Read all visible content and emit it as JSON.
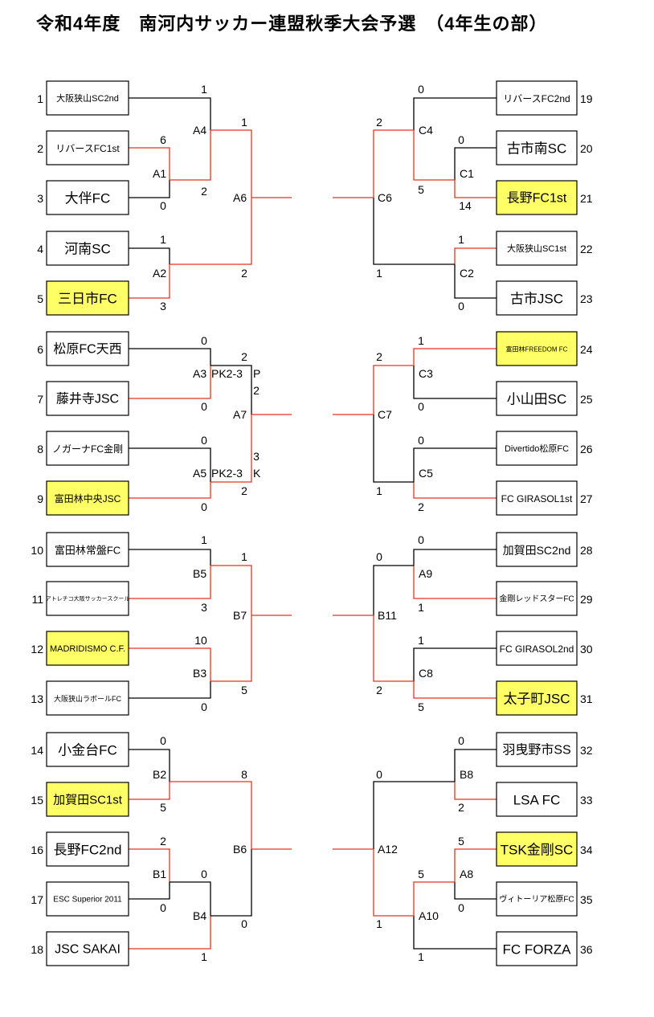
{
  "title": "令和4年度　南河内サッカー連盟秋季大会予選　（4年生の部）",
  "colors": {
    "winner_fill": "#ffff66",
    "win_line": "#e8321e",
    "line": "#000000"
  },
  "teams": [
    {
      "seed": "1",
      "name": "大阪狭山SC2nd",
      "size": 11,
      "winner": false
    },
    {
      "seed": "2",
      "name": "リバースFC1st",
      "size": 12,
      "winner": false
    },
    {
      "seed": "3",
      "name": "大伴FC",
      "size": 17,
      "winner": false
    },
    {
      "seed": "4",
      "name": "河南SC",
      "size": 17,
      "winner": false
    },
    {
      "seed": "5",
      "name": "三日市FC",
      "size": 17,
      "winner": true
    },
    {
      "seed": "6",
      "name": "松原FC天西",
      "size": 16,
      "winner": false
    },
    {
      "seed": "7",
      "name": "藤井寺JSC",
      "size": 16,
      "winner": false
    },
    {
      "seed": "8",
      "name": "ノガーナFC金剛",
      "size": 12,
      "winner": false
    },
    {
      "seed": "9",
      "name": "富田林中央JSC",
      "size": 12,
      "winner": true
    },
    {
      "seed": "10",
      "name": "富田林常盤FC",
      "size": 13,
      "winner": false
    },
    {
      "seed": "11",
      "name": "アトレチコ大阪サッカースクール",
      "size": 7,
      "winner": false
    },
    {
      "seed": "12",
      "name": "MADRIDISMO C.F.",
      "size": 11,
      "winner": true
    },
    {
      "seed": "13",
      "name": "大阪狭山ラボールFC",
      "size": 9,
      "winner": false
    },
    {
      "seed": "14",
      "name": "小金台FC",
      "size": 17,
      "winner": false
    },
    {
      "seed": "15",
      "name": "加賀田SC1st",
      "size": 15,
      "winner": true
    },
    {
      "seed": "16",
      "name": "長野FC2nd",
      "size": 17,
      "winner": false
    },
    {
      "seed": "17",
      "name": "ESC Superior 2011",
      "size": 10,
      "winner": false
    },
    {
      "seed": "18",
      "name": "JSC SAKAI",
      "size": 16,
      "winner": false
    },
    {
      "seed": "19",
      "name": "リバースFC2nd",
      "size": 12,
      "winner": false
    },
    {
      "seed": "20",
      "name": "古市南SC",
      "size": 17,
      "winner": false
    },
    {
      "seed": "21",
      "name": "長野FC1st",
      "size": 16,
      "winner": true
    },
    {
      "seed": "22",
      "name": "大阪狭山SC1st",
      "size": 11,
      "winner": false
    },
    {
      "seed": "23",
      "name": "古市JSC",
      "size": 17,
      "winner": false
    },
    {
      "seed": "24",
      "name": "富田林FREEDOM FC",
      "size": 8,
      "winner": true
    },
    {
      "seed": "25",
      "name": "小山田SC",
      "size": 17,
      "winner": false
    },
    {
      "seed": "26",
      "name": "Divertido松原FC",
      "size": 11,
      "winner": false
    },
    {
      "seed": "27",
      "name": "FC GIRASOL1st",
      "size": 12,
      "winner": false
    },
    {
      "seed": "28",
      "name": "加賀田SC2nd",
      "size": 14,
      "winner": false
    },
    {
      "seed": "29",
      "name": "金剛レッドスターFC",
      "size": 10,
      "winner": false
    },
    {
      "seed": "30",
      "name": "FC GIRASOL2nd",
      "size": 12,
      "winner": false
    },
    {
      "seed": "31",
      "name": "太子町JSC",
      "size": 17,
      "winner": true
    },
    {
      "seed": "32",
      "name": "羽曳野市SS",
      "size": 16,
      "winner": false
    },
    {
      "seed": "33",
      "name": "LSA FC",
      "size": 17,
      "winner": false
    },
    {
      "seed": "34",
      "name": "TSK金剛SC",
      "size": 17,
      "winner": true
    },
    {
      "seed": "35",
      "name": "ヴィトーリア松原FC",
      "size": 10,
      "winner": false
    },
    {
      "seed": "36",
      "name": "FC FORZA",
      "size": 17,
      "winner": false
    }
  ],
  "matches": {
    "A1": "A1",
    "A2": "A2",
    "A3": "A3",
    "A4": "A4",
    "A5": "A5",
    "A6": "A6",
    "A7": "A7",
    "B1": "B1",
    "B2": "B2",
    "B3": "B3",
    "B4": "B4",
    "B5": "B5",
    "B6": "B6",
    "B7": "B7",
    "C1": "C1",
    "C2": "C2",
    "C3": "C3",
    "C4": "C4",
    "C5": "C5",
    "C6": "C6",
    "C7": "C7",
    "A8": "A8",
    "A9": "A9",
    "A10": "A10",
    "A11": "B11",
    "A12": "A12",
    "B8": "B8",
    "C8": "C8"
  },
  "scores": {
    "a4_t1": "1",
    "a1_t2": "6",
    "a1_t3": "0",
    "a4_a1": "2",
    "a6_a4": "1",
    "a6_a2": "2",
    "a2_t4": "1",
    "a2_t5": "3",
    "a3_t6": "0",
    "a3_t7": "0",
    "a3_pk": "PK2-3",
    "a3_pk_suffix": "P",
    "a7_a3": "2",
    "a7_a3b": "2",
    "a5_t8": "0",
    "a5_t9": "0",
    "a5_pk": "PK2-3",
    "a5_pk_suffix": "K",
    "a7_a5": "3",
    "a7_a5b": "2",
    "b5_t10": "1",
    "b5_t11": "3",
    "b7_b5": "1",
    "b3_t12": "10",
    "b3_t13": "0",
    "b7_b3": "5",
    "b2_t14": "0",
    "b2_t15": "5",
    "b6_b2": "8",
    "b1_t16": "2",
    "b1_t17": "0",
    "b4_b1": "0",
    "b4_t18": "1",
    "b6_b4": "0",
    "c4_t19": "0",
    "c1_t20": "0",
    "c1_t21": "14",
    "c4_c1": "5",
    "c6_c4": "2",
    "c6_c2": "1",
    "c2_t22": "1",
    "c2_t23": "0",
    "c3_t24": "1",
    "c3_t25": "0",
    "c7_c3": "2",
    "c5_t26": "0",
    "c5_t27": "2",
    "c7_c5": "1",
    "a9_t28": "0",
    "a9_t29": "1",
    "b11_a9": "0",
    "c8_t30": "1",
    "c8_t31": "5",
    "b11_c8": "2",
    "b8_t32": "0",
    "b8_t33": "2",
    "a12_b8": "0",
    "a8_t34": "5",
    "a8_t35": "0",
    "a10_a8": "5",
    "a10_t36": "1",
    "a12_a10": "1"
  }
}
